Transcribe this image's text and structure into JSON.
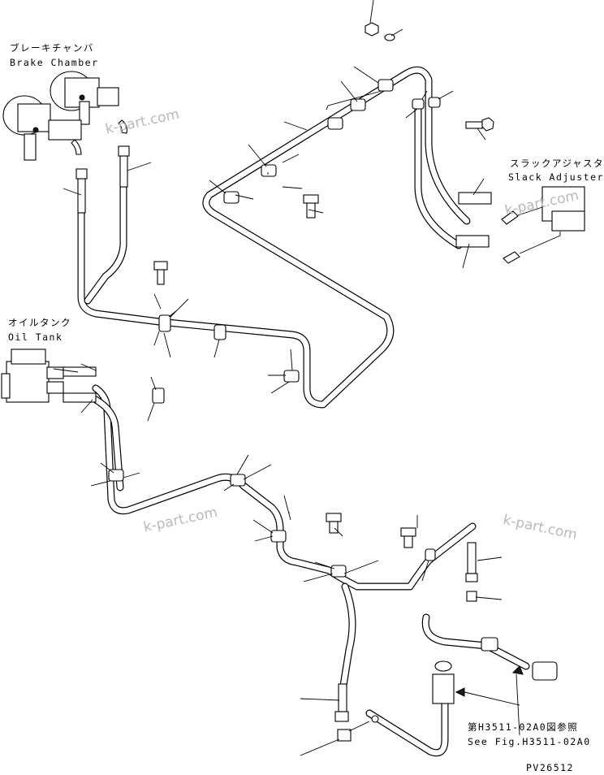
{
  "labels": {
    "brake_chamber_jp": "ブレーキチャンバ",
    "brake_chamber_en": "Brake Chamber",
    "slack_adjuster_jp": "スラックアジャスタ",
    "slack_adjuster_en": "Slack Adjuster",
    "oil_tank_jp": "オイルタンク",
    "oil_tank_en": "Oil Tank",
    "see_fig_jp": "第H3511-02A0図参照",
    "see_fig_en": "See Fig.H3511-02A0",
    "part_code": "PV26512"
  },
  "watermarks": [
    "k-part.com",
    "k-part.com",
    "k-part.com",
    "k-part.com"
  ]
}
